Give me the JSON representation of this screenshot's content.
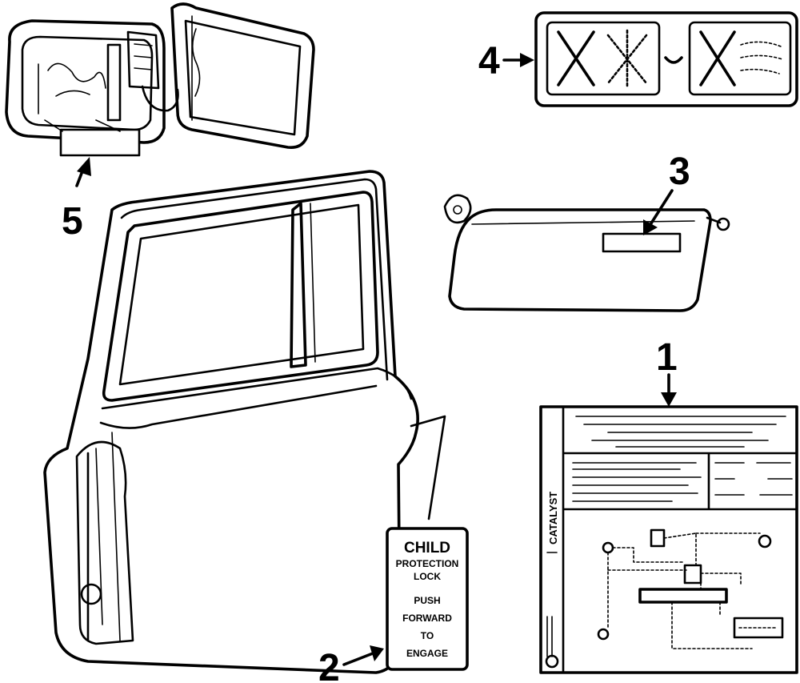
{
  "callouts": {
    "c1": "1",
    "c2": "2",
    "c3": "3",
    "c4": "4",
    "c5": "5"
  },
  "child_lock_label": {
    "line1": "CHILD",
    "line2": "PROTECTION",
    "line3": "LOCK",
    "line4": "PUSH",
    "line5": "FORWARD",
    "line6": "TO",
    "line7": "ENGAGE"
  },
  "emission_label": {
    "side_text": "CATALYST"
  }
}
